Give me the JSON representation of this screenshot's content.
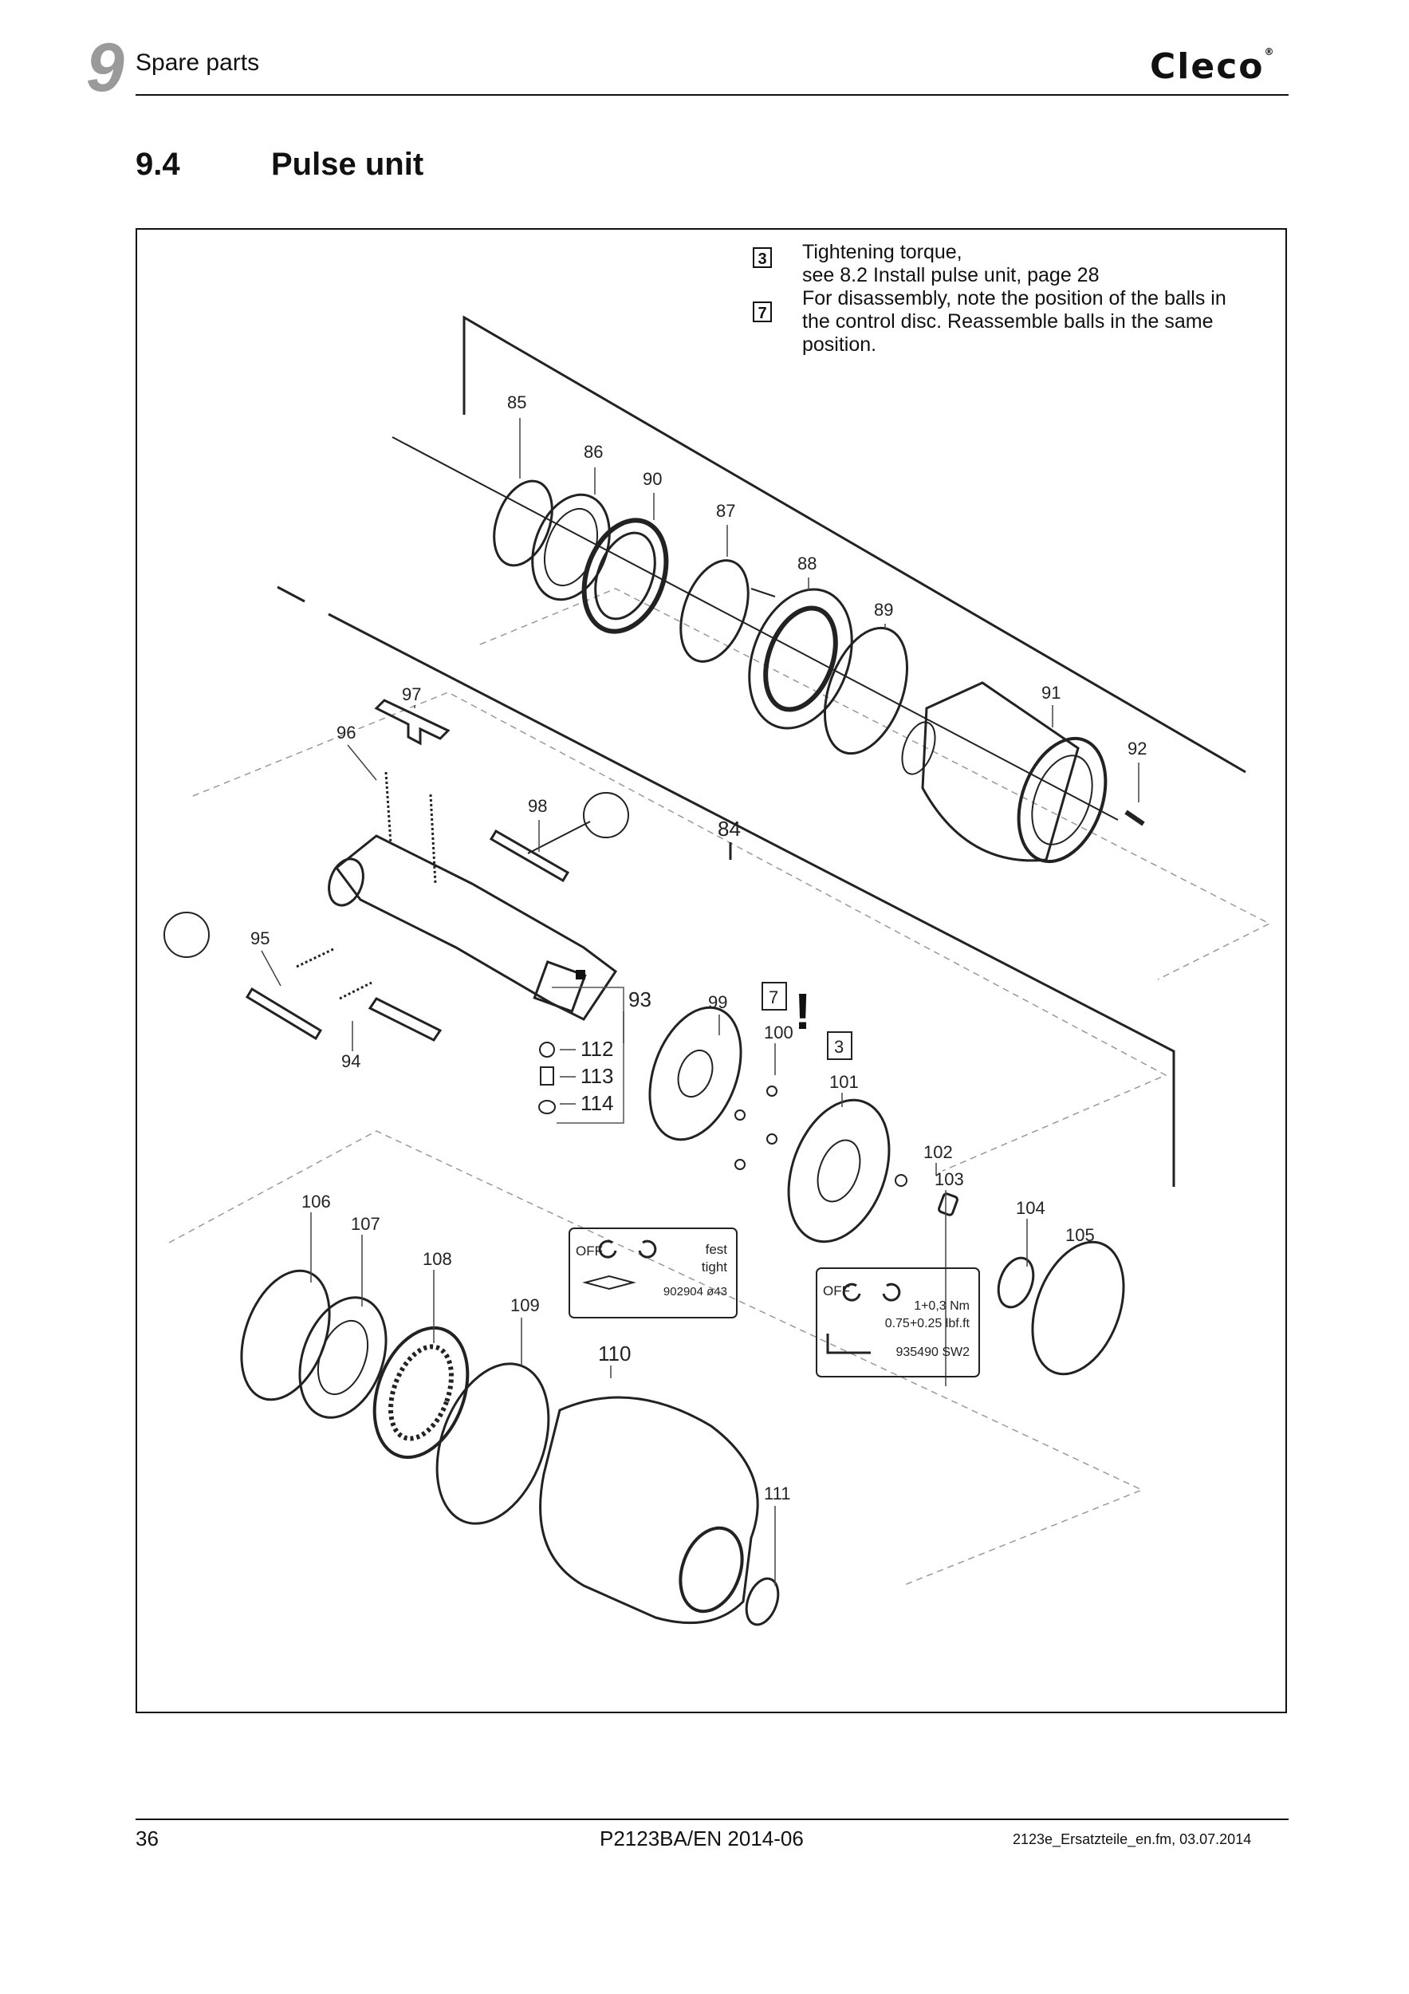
{
  "header": {
    "chapter_number": "9",
    "chapter_title": "Spare parts",
    "brand": "Cleco"
  },
  "section": {
    "number": "9.4",
    "title": "Pulse unit"
  },
  "notes": [
    {
      "symbol": "3",
      "text_lines": [
        "Tightening torque,",
        "see 8.2 Install pulse unit, page 28"
      ]
    },
    {
      "symbol": "7",
      "text_lines": [
        "For disassembly, note the position of the balls in",
        "the control disc. Reassemble balls in the same",
        "position."
      ]
    }
  ],
  "callouts": {
    "c84": "84",
    "c85": "85",
    "c86": "86",
    "c87": "87",
    "c88": "88",
    "c89": "89",
    "c90": "90",
    "c91": "91",
    "c92": "92",
    "c93": "93",
    "c94": "94",
    "c95": "95",
    "c96": "96",
    "c97": "97",
    "c98": "98",
    "c99": "99",
    "c100": "100",
    "c101": "101",
    "c102": "102",
    "c103": "103",
    "c104": "104",
    "c105": "105",
    "c106": "106",
    "c107": "107",
    "c108": "108",
    "c109": "109",
    "c110": "110",
    "c111": "111",
    "c112": "112",
    "c113": "113",
    "c114": "114"
  },
  "markers": {
    "ref_box_7": "7",
    "ref_box_3": "3",
    "exclamation": "!"
  },
  "tool_labels": {
    "left": {
      "off": "OFF",
      "line1": "fest",
      "line2": "tight",
      "code": "902904 ø43"
    },
    "right": {
      "off": "OFF",
      "torque_nm": "1+0,3 Nm",
      "torque_lbf": "0.75+0.25 lbf.ft",
      "code": "935490 SW2"
    }
  },
  "footer": {
    "page_number": "36",
    "doc_id": "P2123BA/EN 2014-06",
    "file_info": "2123e_Ersatzteile_en.fm, 03.07.2014"
  }
}
